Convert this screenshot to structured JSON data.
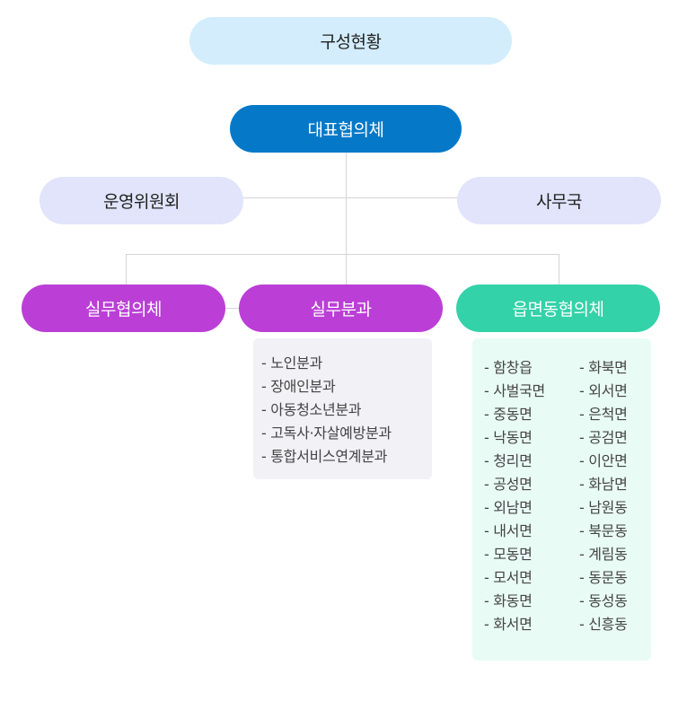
{
  "title": "구성현황",
  "top": "대표협의체",
  "left_committee": "운영위원회",
  "right_office": "사무국",
  "branches": {
    "working_council": "실무협의체",
    "working_division": "실무분과",
    "township_council": "읍면동협의체"
  },
  "divisions": [
    "- 노인분과",
    "- 장애인분과",
    "- 아동청소년분과",
    "- 고독사·자살예방분과",
    "- 통합서비스연계분과"
  ],
  "townships_col1": [
    "- 함창읍",
    "- 사벌국면",
    "- 중동면",
    "- 낙동면",
    "- 청리면",
    "- 공성면",
    "- 외남면",
    "- 내서면",
    "- 모동면",
    "- 모서면",
    "- 화동면",
    "- 화서면"
  ],
  "townships_col2": [
    "- 화북면",
    "- 외서면",
    "- 은척면",
    "- 공검면",
    "- 이안면",
    "- 화남면",
    "- 남원동",
    "- 북문동",
    "- 계림동",
    "- 동문동",
    "- 동성동",
    "- 신흥동"
  ],
  "colors": {
    "title_bg": "#d3edfc",
    "top_bg": "#0579c8",
    "side_bg": "#e1e4fa",
    "purple_bg": "#bb3fd6",
    "green_bg": "#33d2a9",
    "division_panel": "#f1f1f6",
    "township_panel": "#e9fbf5"
  }
}
